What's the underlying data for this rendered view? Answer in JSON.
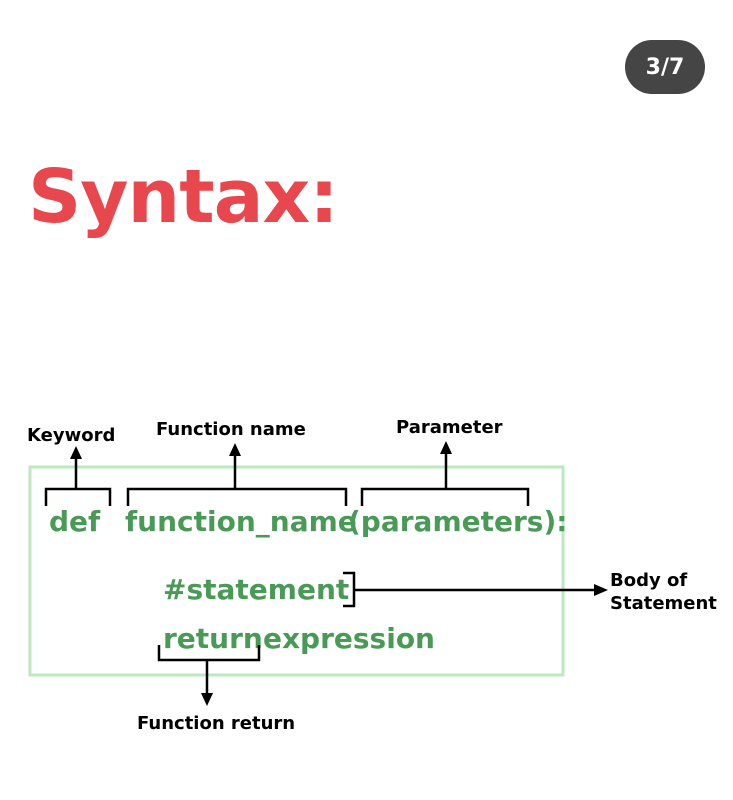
{
  "page_indicator": "3/7",
  "title": "Syntax:",
  "colors": {
    "title": "#e8474d",
    "code": "#4a9a57",
    "code_box_border": "#bce8c2",
    "indicator_bg": "#454545"
  },
  "annotations": {
    "keyword": "Keyword",
    "function_name": "Function name",
    "parameter": "Parameter",
    "body_line1": "Body of",
    "body_line2": "Statement",
    "function_return": "Function return"
  },
  "code": {
    "def": "def",
    "function_name": "function_name",
    "parameters": "(parameters):",
    "statement": "#statement",
    "return_keyword": "return",
    "expression": "expression"
  }
}
